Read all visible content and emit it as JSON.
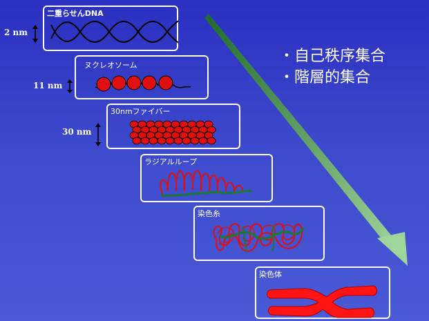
{
  "stages": [
    {
      "label": "二重らせんDNA",
      "dim": "2 nm"
    },
    {
      "label": "ヌクレオソーム",
      "dim": "11 nm"
    },
    {
      "label": "30nmファイバー",
      "dim": "30 nm"
    },
    {
      "label": "ラジアルループ"
    },
    {
      "label": "染色糸"
    },
    {
      "label": "染色体"
    }
  ],
  "bullets": [
    "・自己秩序集合",
    "・階層的集合"
  ],
  "colors": {
    "background": "#3340c6",
    "arrow": "#7ac07a",
    "chromatin_red": "#e01010",
    "chromatin_green": "#1b7a2e",
    "box_border": "#ffffff"
  }
}
